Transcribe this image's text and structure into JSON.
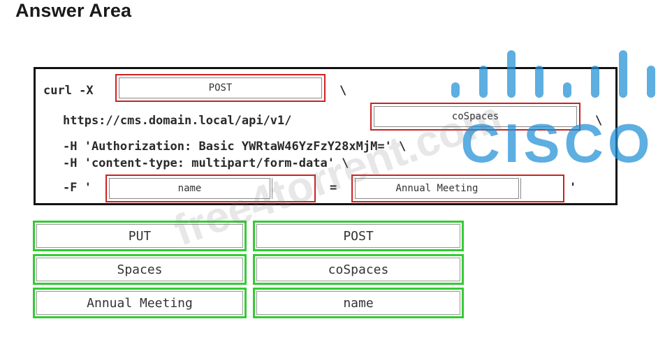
{
  "header": {
    "title": "Answer Area"
  },
  "command": {
    "line1_prefix": "curl -X",
    "line1_suffix": "\\",
    "line2_prefix": "https://cms.domain.local/api/v1/",
    "line2_suffix": "\\",
    "line3": "-H 'Authorization: Basic YWRtaW46YzFzY28xMjM=' \\",
    "line4": "-H 'content-type: multipart/form-data' \\",
    "line5_prefix": "-F '",
    "line5_equals": "=",
    "line5_suffix": "'"
  },
  "targets": {
    "method": "POST",
    "resource": "coSpaces",
    "field_name": "name",
    "field_value": "Annual Meeting"
  },
  "options": [
    {
      "label": "PUT"
    },
    {
      "label": "POST"
    },
    {
      "label": "Spaces"
    },
    {
      "label": "coSpaces"
    },
    {
      "label": "Annual Meeting"
    },
    {
      "label": "name"
    }
  ],
  "logo": {
    "brand": "CISCO",
    "color": "#1f8fd6"
  },
  "watermark": {
    "text": "free4torrent.com"
  },
  "colors": {
    "drop_border": "#cc2222",
    "tile_border": "#33cc33"
  }
}
